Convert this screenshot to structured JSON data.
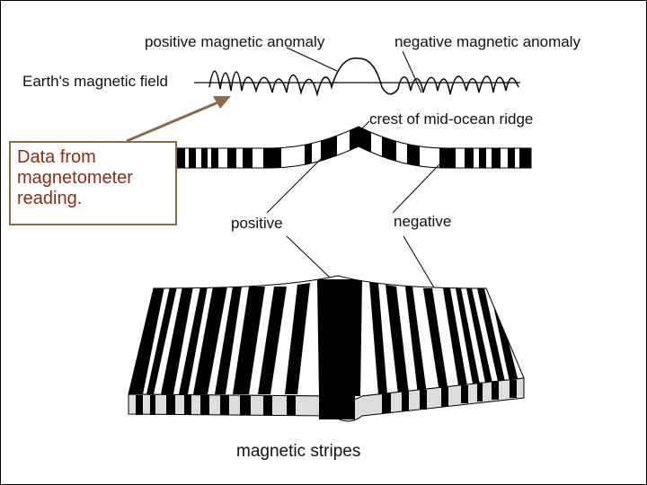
{
  "labels": {
    "positive_anomaly": "positive magnetic anomaly",
    "negative_anomaly": "negative magnetic anomaly",
    "earth_field": "Earth's magnetic field",
    "crest": "crest of mid-ocean ridge",
    "positive": "positive",
    "negative": "negative",
    "stripes": "magnetic stripes"
  },
  "callout": {
    "lines": [
      "Data from",
      "magnetometer",
      "reading."
    ]
  },
  "colors": {
    "callout_border": "#8b6a44",
    "callout_text": "#8b2e10",
    "arrow": "#8b6a44",
    "stripe_dark": "#000000",
    "stripe_light": "#ffffff"
  }
}
